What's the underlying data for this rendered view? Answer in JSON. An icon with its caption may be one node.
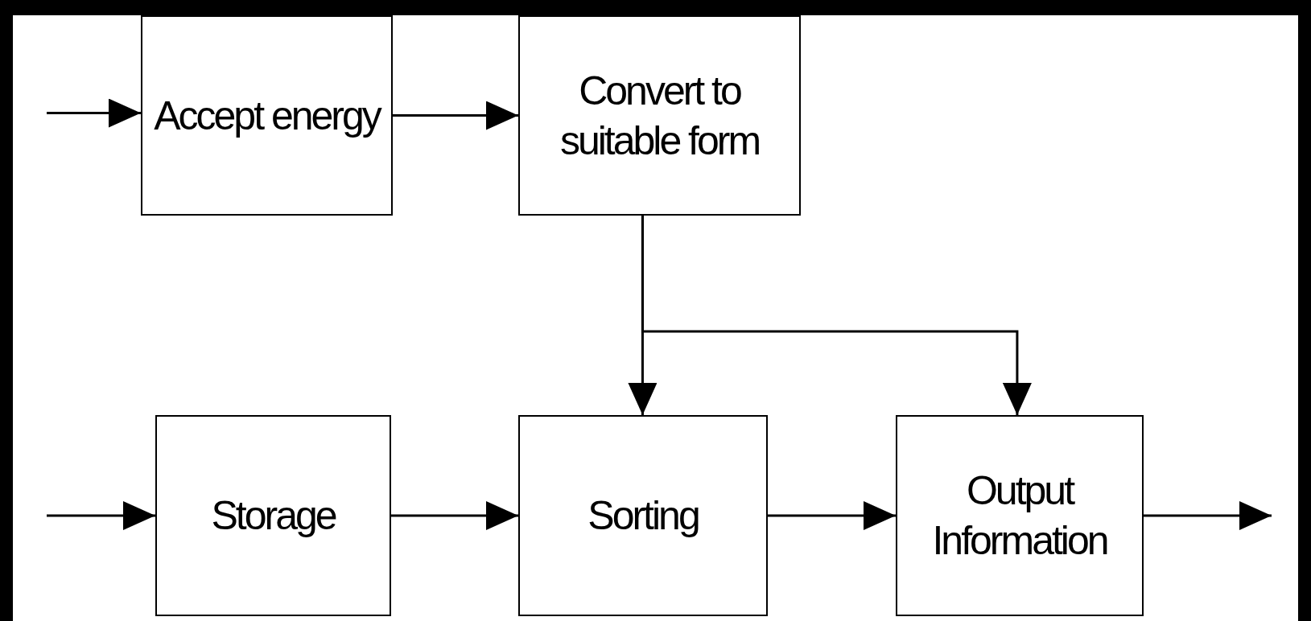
{
  "diagram": {
    "nodes": [
      {
        "text": [
          "Accept energy"
        ]
      },
      {
        "text": [
          "Convert to suitable form"
        ]
      },
      {
        "text": [
          "Storage"
        ]
      },
      {
        "text": [
          "Sorting"
        ]
      },
      {
        "text": [
          "Output Information"
        ]
      }
    ],
    "edges": [
      {
        "from": null,
        "to": 0,
        "arrow": "to"
      },
      {
        "from": 0,
        "to": 1,
        "arrow": "to"
      },
      {
        "from": 1,
        "to": 3,
        "arrow": "to"
      },
      {
        "from": 1,
        "to": 4,
        "arrow": "to"
      },
      {
        "from": null,
        "to": 2,
        "arrow": "to"
      },
      {
        "from": 2,
        "to": 3,
        "arrow": "to"
      },
      {
        "from": 3,
        "to": 4,
        "arrow": "to"
      },
      {
        "from": 4,
        "to": null,
        "arrow": "to"
      }
    ]
  }
}
